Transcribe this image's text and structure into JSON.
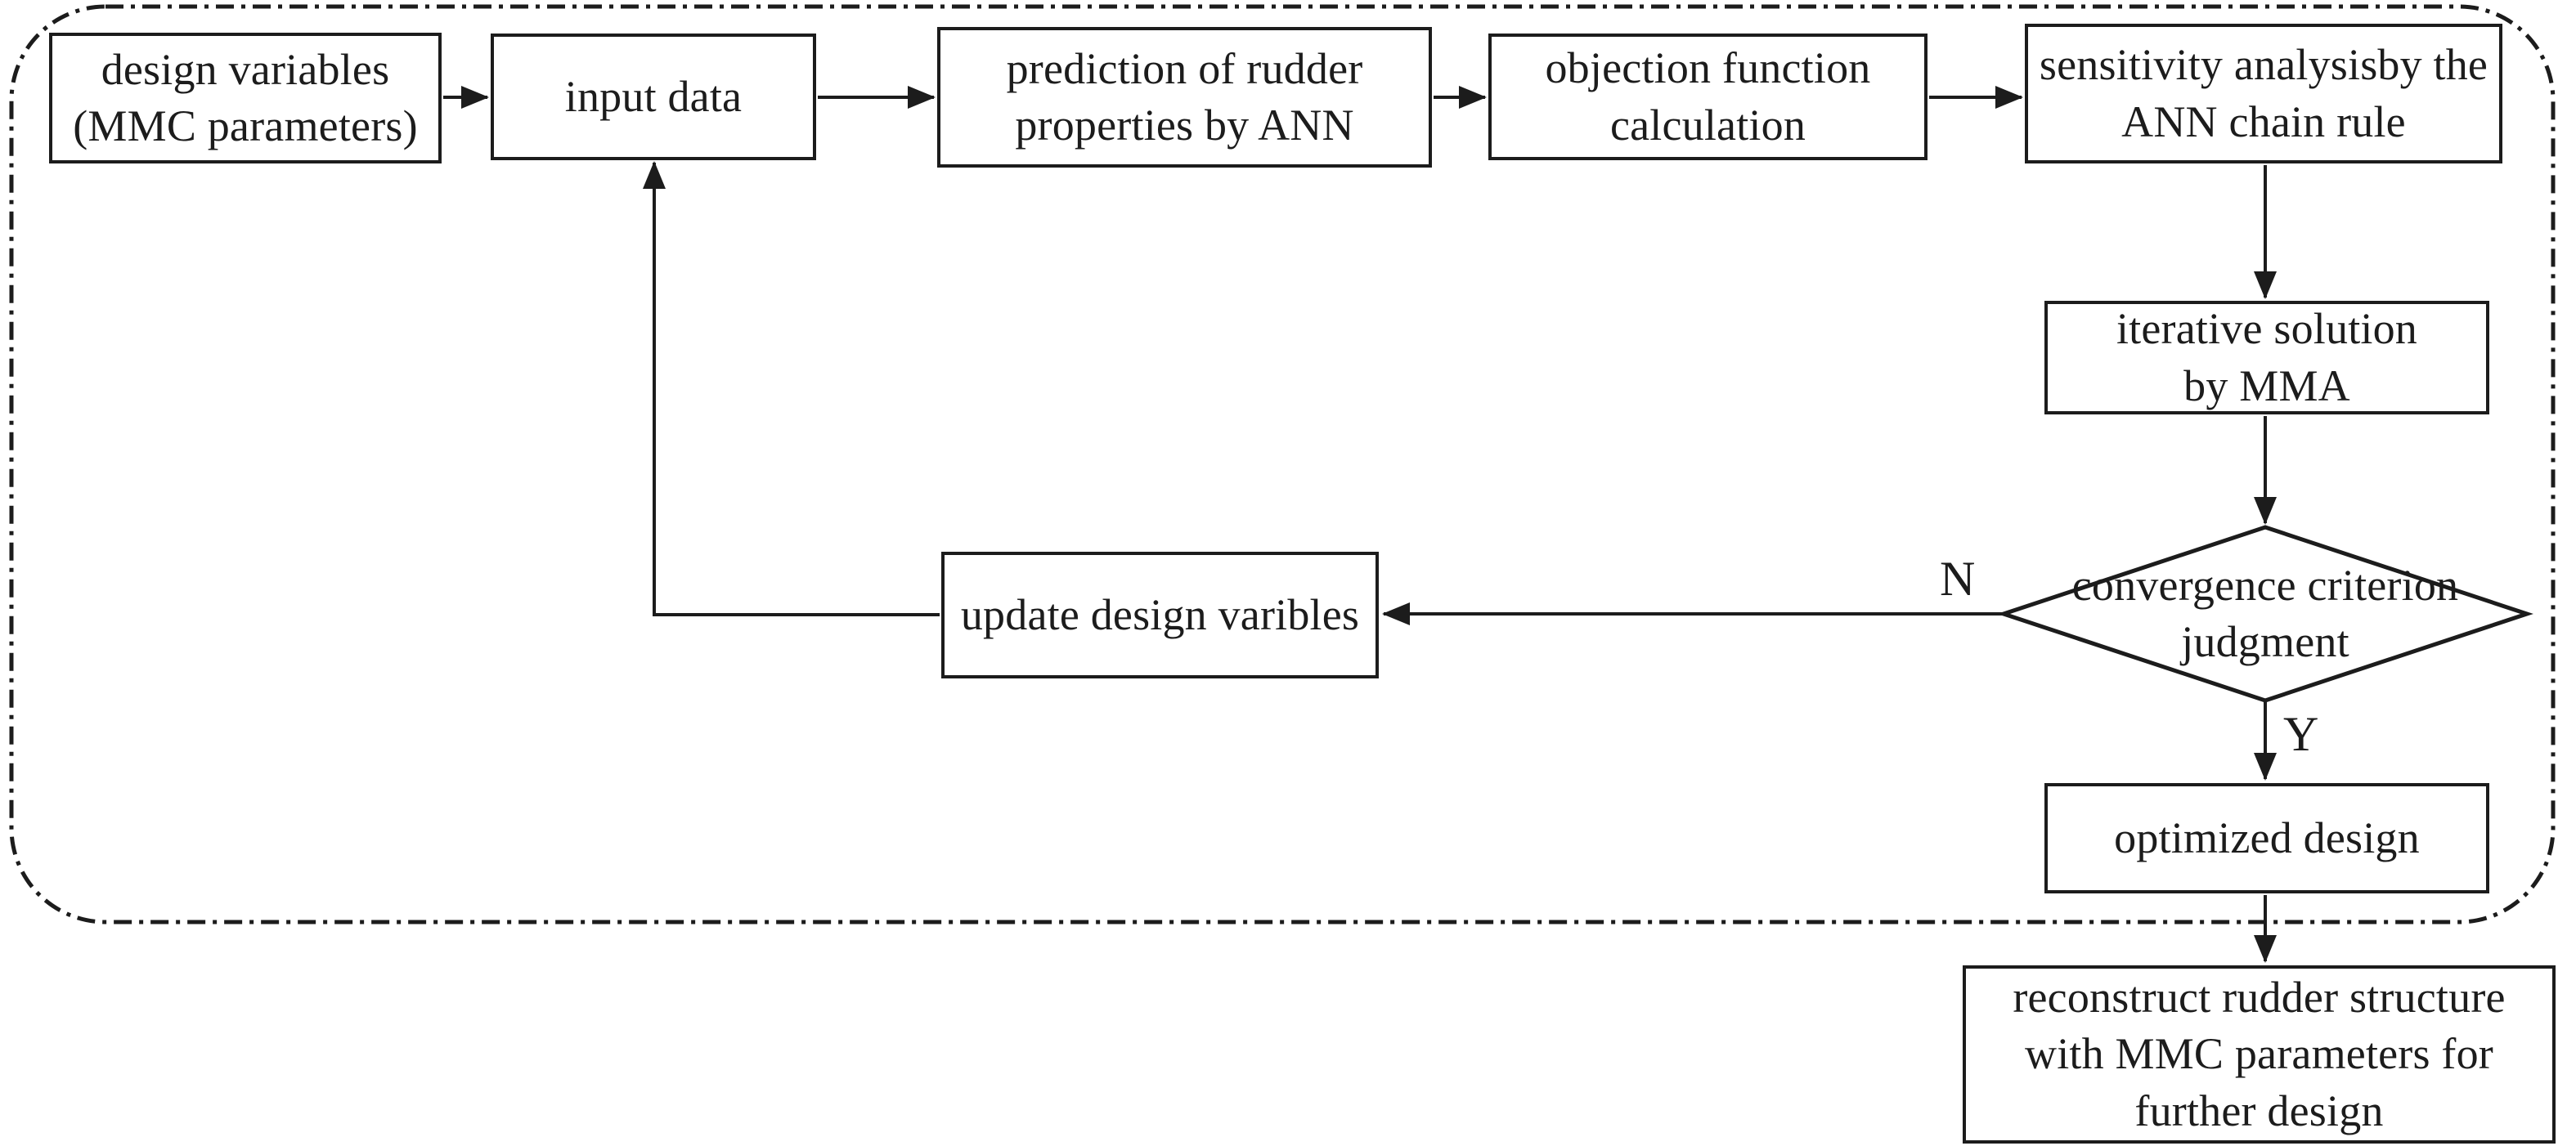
{
  "diagram": {
    "type": "flowchart",
    "colors": {
      "stroke": "#1c1c1c",
      "background": "#ffffff"
    },
    "nodes": {
      "design_variables": {
        "shape": "rect",
        "label": "design variables\n(MMC parameters)"
      },
      "input_data": {
        "shape": "rect",
        "label": "input data"
      },
      "prediction": {
        "shape": "rect",
        "label": "prediction of rudder\nproperties by ANN"
      },
      "objection": {
        "shape": "rect",
        "label": "objection function\ncalculation"
      },
      "sensitivity": {
        "shape": "rect",
        "label": "sensitivity analysisby the\nANN chain rule"
      },
      "iterative": {
        "shape": "rect",
        "label": "iterative solution\nby MMA"
      },
      "convergence": {
        "shape": "diamond",
        "label": "convergence criterion\njudgment"
      },
      "update": {
        "shape": "rect",
        "label": "update design varibles"
      },
      "optimized": {
        "shape": "rect",
        "label": "optimized design"
      },
      "reconstruct": {
        "shape": "rect",
        "label": "reconstruct rudder structure\nwith MMC parameters for\nfurther design"
      }
    },
    "edge_labels": {
      "no": "N",
      "yes": "Y"
    },
    "edges": [
      {
        "from": "design_variables",
        "to": "input_data"
      },
      {
        "from": "input_data",
        "to": "prediction"
      },
      {
        "from": "prediction",
        "to": "objection"
      },
      {
        "from": "objection",
        "to": "sensitivity"
      },
      {
        "from": "sensitivity",
        "to": "iterative"
      },
      {
        "from": "iterative",
        "to": "convergence"
      },
      {
        "from": "convergence",
        "to": "update",
        "label": "N"
      },
      {
        "from": "update",
        "to": "input_data"
      },
      {
        "from": "convergence",
        "to": "optimized",
        "label": "Y"
      },
      {
        "from": "optimized",
        "to": "reconstruct"
      }
    ]
  }
}
